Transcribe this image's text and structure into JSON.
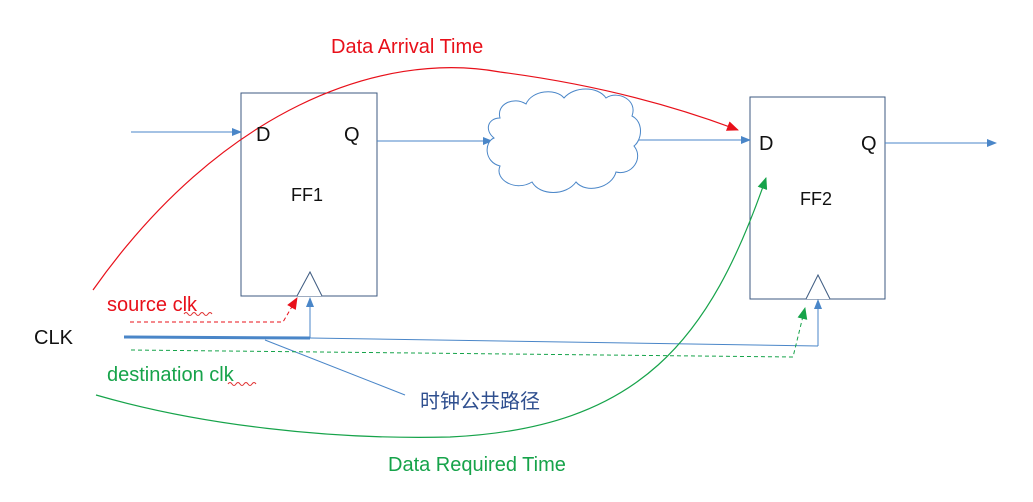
{
  "labels": {
    "data_arrival": "Data Arrival Time",
    "data_required": "Data Required Time",
    "source_clk_prefix": "source ",
    "source_clk_word": "clk",
    "destination_clk_prefix": "destination ",
    "destination_clk_word": "clk",
    "clk": "CLK",
    "common_path": "时钟公共路径"
  },
  "ff1": {
    "name": "FF1",
    "d": "D",
    "q": "Q"
  },
  "ff2": {
    "name": "FF2",
    "d": "D",
    "q": "Q"
  },
  "colors": {
    "arrival": "#e8101a",
    "required": "#16a34a",
    "wire": "#4a86c8",
    "box": "#3d5a80",
    "text": "#111111",
    "common_path_text": "#2f4f8f"
  }
}
